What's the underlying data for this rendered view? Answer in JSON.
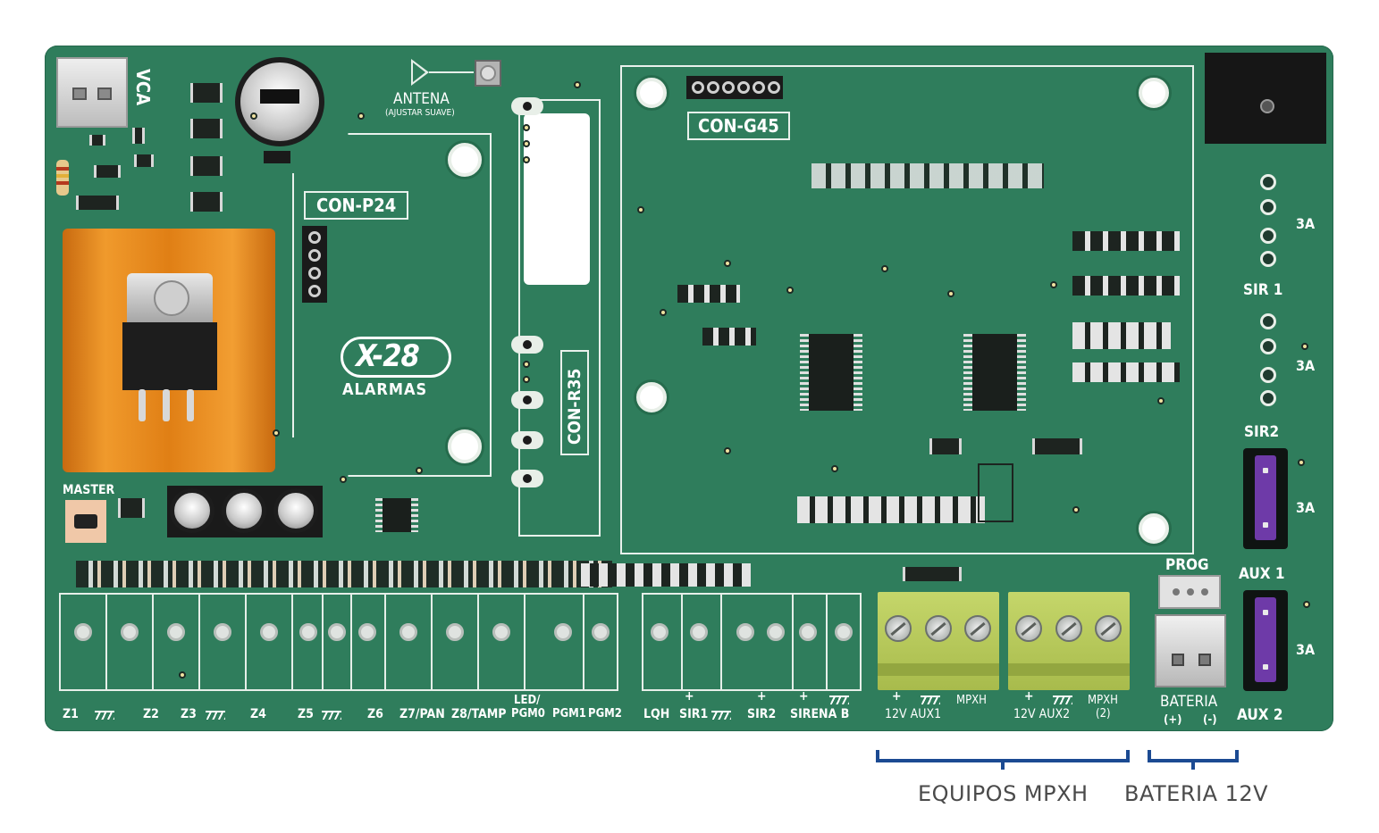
{
  "board": {
    "labels": {
      "vca": "VCA",
      "antena": "ANTENA",
      "antena_note": "(AJUSTAR SUAVE)",
      "con_g45": "CON-G45",
      "con_p24": "CON-P24",
      "con_r35": "CON-R35",
      "brand_logo": "X-28",
      "brand_name": "ALARMAS",
      "master": "MASTER",
      "prog": "PROG",
      "sir1": "SIR 1",
      "sir2": "SIR2",
      "aux1": "AUX 1",
      "aux2": "AUX 2",
      "fuse_rating_1": "3A",
      "fuse_rating_2": "3A",
      "fuse_rating_3": "3A",
      "fuse_rating_4": "3A"
    },
    "terminals": {
      "z1": "Z1",
      "z2": "Z2",
      "z3": "Z3",
      "z4": "Z4",
      "z5": "Z5",
      "z6": "Z6",
      "z7pan": "Z7/PAN",
      "z8tamp": "Z8/TAMP",
      "led_top": "LED/",
      "pgm0": "PGM0",
      "pgm1": "PGM1",
      "pgm2": "PGM2",
      "lqh": "LQH",
      "sir1": "SIR1",
      "sir2": "SIR2",
      "sirena_b": "SIRENA B",
      "plus": "+",
      "mpxh_12v_aux1": "12V AUX1",
      "mpxh_label_1": "MPXH",
      "mpxh_12v_aux2": "12V AUX2",
      "mpxh_label_2": "MPXH",
      "mpxh_2": "(2)",
      "bateria": "BATERIA",
      "bat_plus": "(+)",
      "bat_minus": "(-)"
    }
  },
  "groups": {
    "equipos_mpxh": "EQUIPOS MPXH",
    "bateria_12v": "BATERIA 12V"
  },
  "colors": {
    "pcb": "#2f7d5c",
    "bracket": "#1b4a92",
    "terminal_block": "#b7c95a",
    "heatsink": "#e48a1f",
    "fuse": "#6e3aa8"
  }
}
